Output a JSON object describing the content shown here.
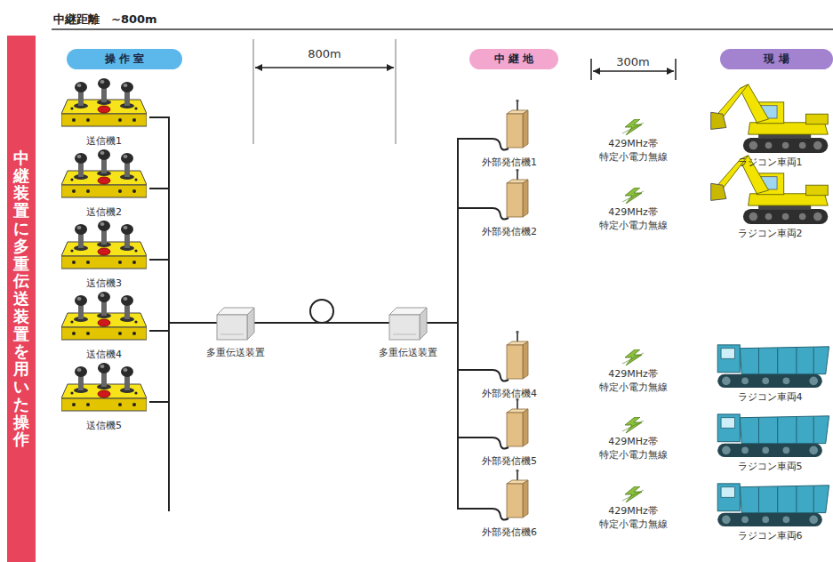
{
  "diagram": {
    "title": "中継距離　~800m",
    "nodes": [
      {
        "text": [
          "中継装置に多重伝送装置を用いた操作"
        ]
      },
      {
        "text": [
          "操 作 室"
        ]
      },
      {
        "text": [
          "中 継 地"
        ]
      },
      {
        "text": [
          "現 場"
        ]
      },
      {
        "text": [
          "送信機1"
        ]
      },
      {
        "text": [
          "送信機2"
        ]
      },
      {
        "text": [
          "送信機3"
        ]
      },
      {
        "text": [
          "送信機4"
        ]
      },
      {
        "text": [
          "送信機5"
        ]
      },
      {
        "text": [
          "多重伝送装置"
        ]
      },
      {
        "text": [
          "多重伝送装置"
        ]
      },
      {
        "text": [
          "外部発信機1"
        ]
      },
      {
        "text": [
          "外部発信機2"
        ]
      },
      {
        "text": [
          "外部発信機4"
        ]
      },
      {
        "text": [
          "外部発信機5"
        ]
      },
      {
        "text": [
          "外部発信機6"
        ]
      },
      {
        "text": [
          "ラジコン車両1"
        ]
      },
      {
        "text": [
          "ラジコン車両2"
        ]
      },
      {
        "text": [
          "ラジコン車両4"
        ]
      },
      {
        "text": [
          "ラジコン車両5"
        ]
      },
      {
        "text": [
          "ラジコン車両6"
        ]
      }
    ],
    "edges": [
      {
        "from": 4,
        "to": 9,
        "arrow": "none"
      },
      {
        "from": 5,
        "to": 9,
        "arrow": "none"
      },
      {
        "from": 6,
        "to": 9,
        "arrow": "none"
      },
      {
        "from": 7,
        "to": 9,
        "arrow": "none"
      },
      {
        "from": 8,
        "to": 9,
        "arrow": "none"
      },
      {
        "from": 9,
        "to": 10,
        "arrow": "none"
      },
      {
        "from": 10,
        "to": 11,
        "arrow": "none"
      },
      {
        "from": 10,
        "to": 12,
        "arrow": "none"
      },
      {
        "from": 10,
        "to": 13,
        "arrow": "none"
      },
      {
        "from": 10,
        "to": 14,
        "arrow": "none"
      },
      {
        "from": 10,
        "to": 15,
        "arrow": "none"
      }
    ],
    "labels": [
      "800m",
      "300m",
      "429MHz帯 特定小電力無線",
      "429MHz帯 特定小電力無線",
      "429MHz帯 特定小電力無線",
      "429MHz帯 特定小電力無線",
      "429MHz帯 特定小電力無線"
    ]
  }
}
